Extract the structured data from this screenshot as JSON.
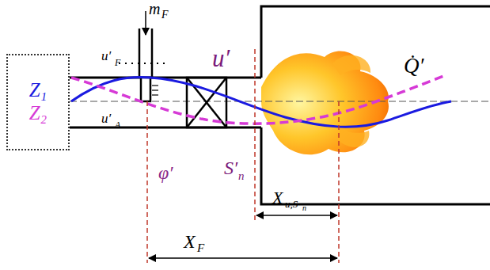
{
  "diagram": {
    "nodes": [
      {
        "text": [
          "Z₁",
          "Z₂"
        ]
      }
    ],
    "edges": [],
    "labels": [
      "m",
      "F",
      "u′",
      "F",
      "u′",
      "A",
      "u′",
      "Q̇′",
      "φ′",
      "S′",
      "n",
      "X",
      "F",
      "X",
      "u,S",
      "n"
    ]
  }
}
